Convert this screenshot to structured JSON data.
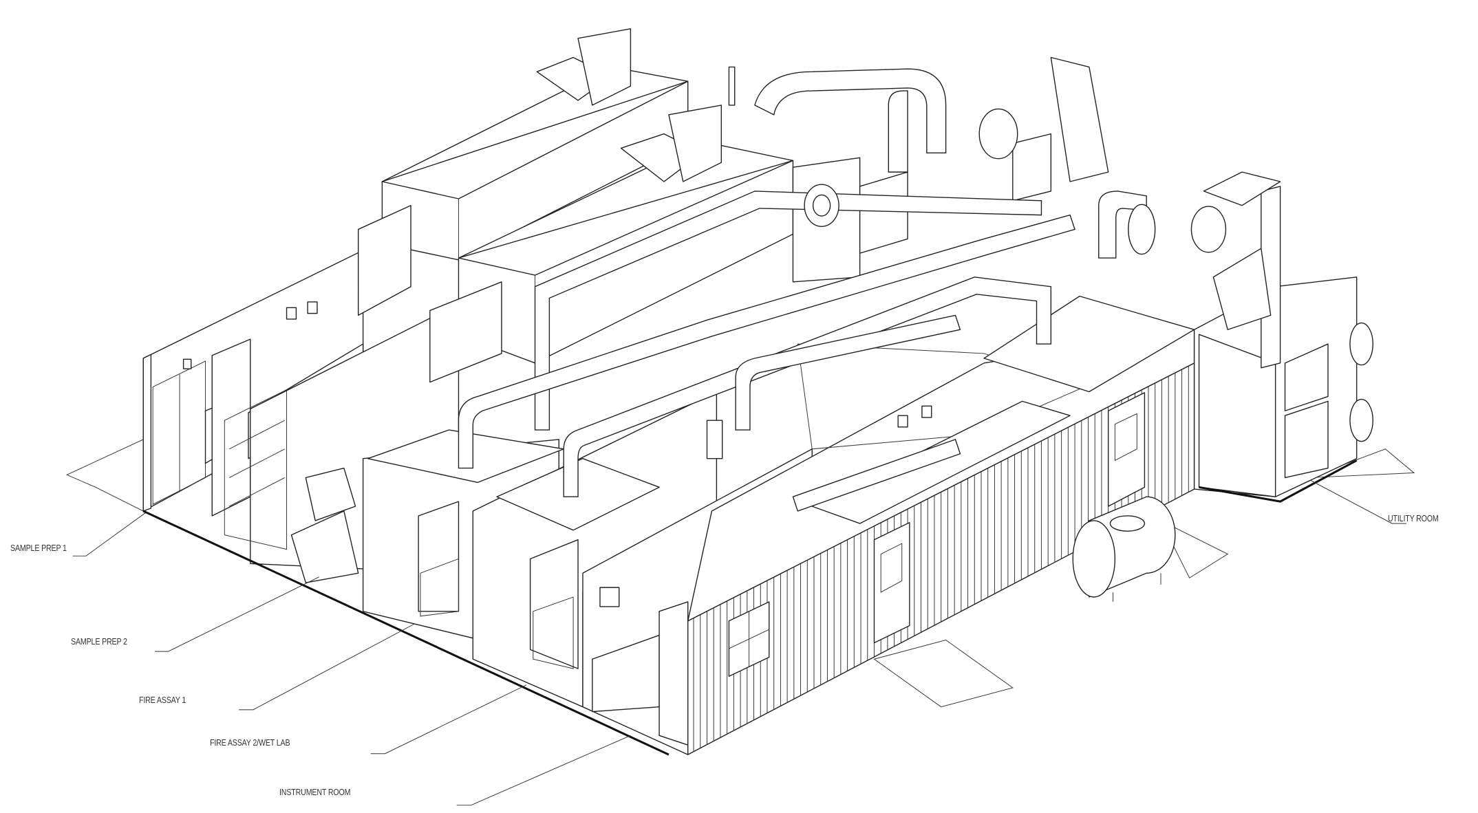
{
  "labels": {
    "sample_prep_1": "SAMPLE PREP 1",
    "sample_prep_2": "SAMPLE PREP 2",
    "fire_assay_1": "FIRE ASSAY 1",
    "fire_assay_2": "FIRE ASSAY 2/WET LAB",
    "instrument_room": "INSTRUMENT ROOM",
    "utility_room": "UTILITY ROOM"
  },
  "colors": {
    "line": "#222222",
    "background": "#ffffff",
    "label": "#333333"
  }
}
